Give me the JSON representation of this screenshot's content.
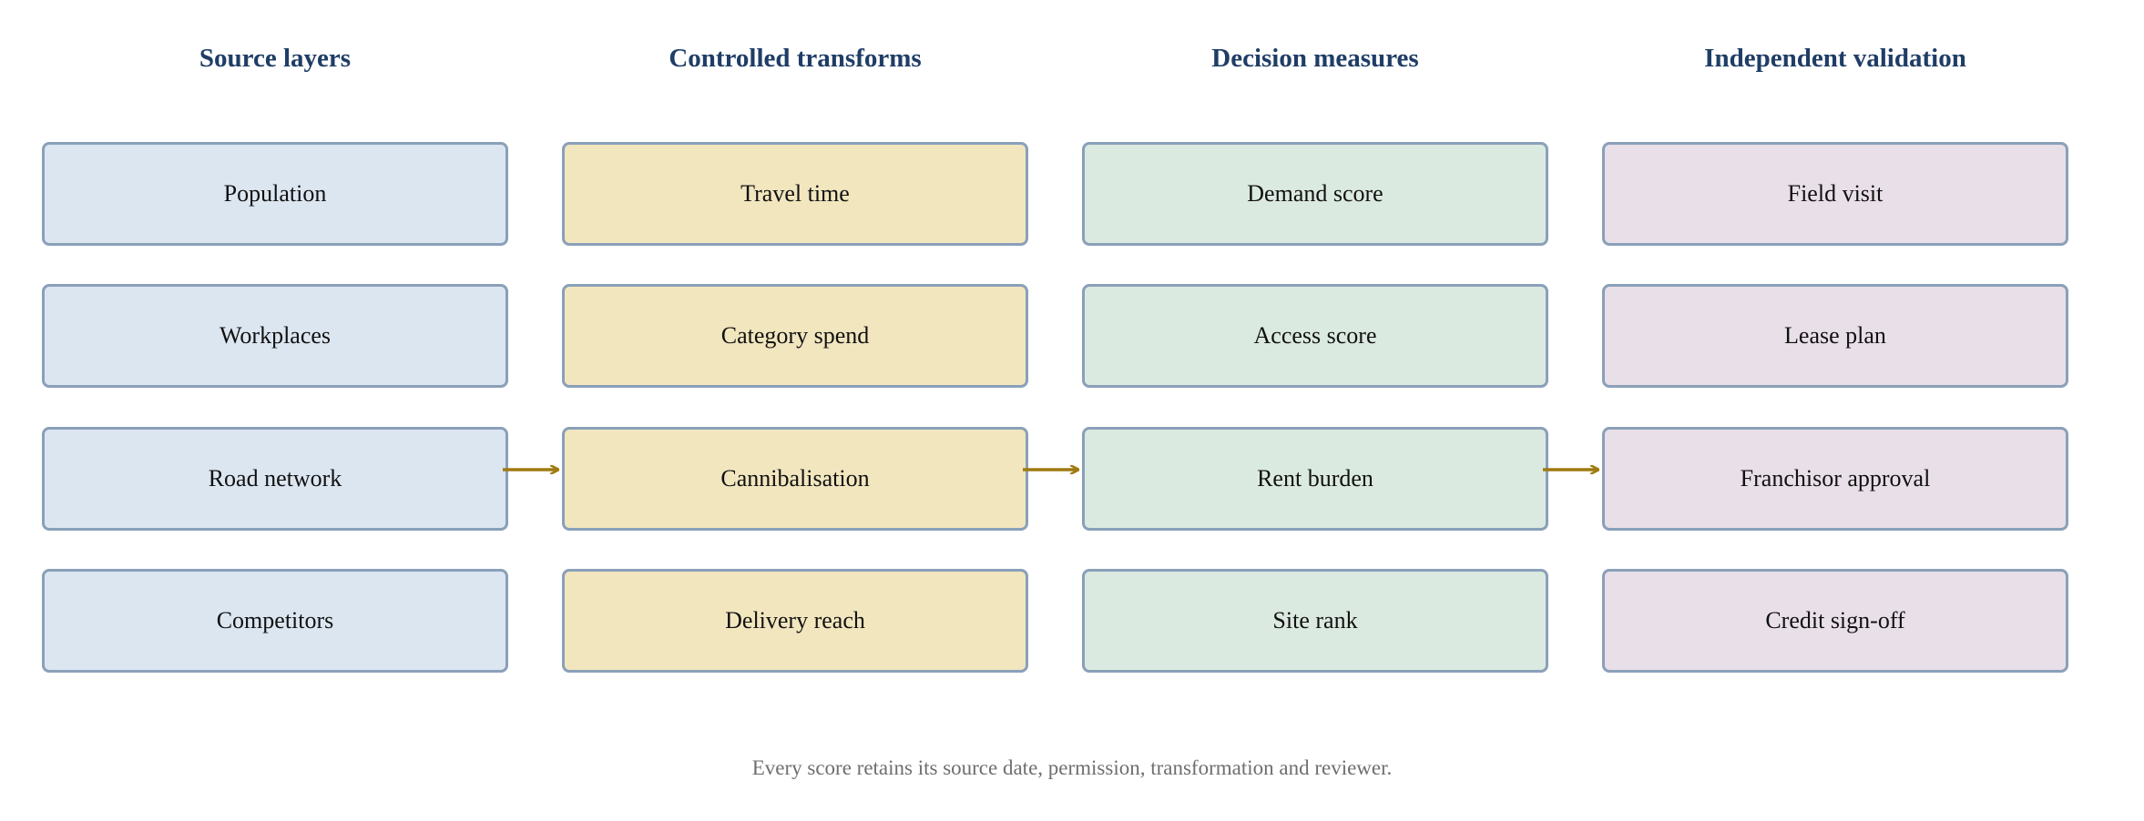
{
  "diagram": {
    "columns": [
      {
        "title": "Source layers",
        "color": "#dce6f1",
        "items": [
          "Population",
          "Workplaces",
          "Road network",
          "Competitors"
        ]
      },
      {
        "title": "Controlled transforms",
        "color": "#f2e6bf",
        "items": [
          "Travel time",
          "Category spend",
          "Cannibalisation",
          "Delivery reach"
        ]
      },
      {
        "title": "Decision measures",
        "color": "#dbeae0",
        "items": [
          "Demand score",
          "Access score",
          "Rent burden",
          "Site rank"
        ]
      },
      {
        "title": "Independent validation",
        "color": "#e9dfe8",
        "items": [
          "Field visit",
          "Lease plan",
          "Franchisor approval",
          "Credit sign-off"
        ]
      }
    ],
    "connectors": [
      {
        "from": "Road network",
        "to": "Cannibalisation"
      },
      {
        "from": "Cannibalisation",
        "to": "Rent burden"
      },
      {
        "from": "Rent burden",
        "to": "Franchisor approval"
      }
    ],
    "header_color": "#1f3d66",
    "box_border_color": "#8aa0b9",
    "arrow_color": "#a07a10",
    "footnote": "Every score retains its source date, permission, transformation and reviewer."
  }
}
